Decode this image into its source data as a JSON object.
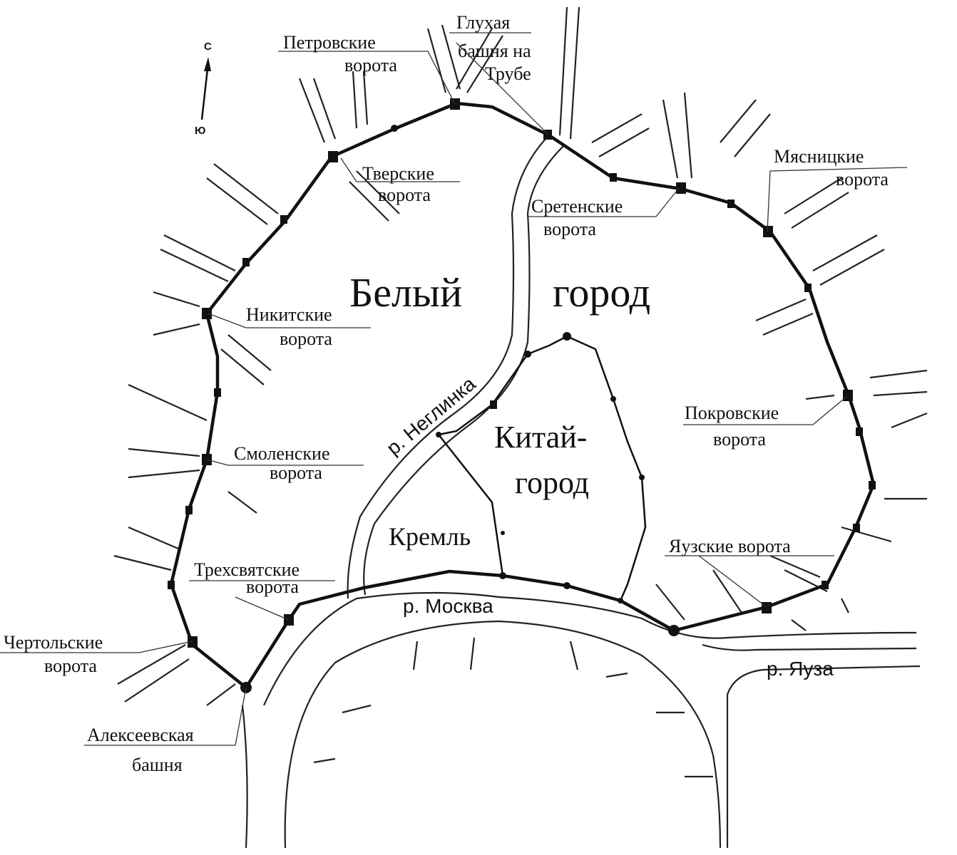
{
  "compass": {
    "north": "С",
    "south": "Ю"
  },
  "districts": {
    "belyi_gorod_1": "Белый",
    "belyi_gorod_2": "город",
    "kitai_gorod_1": "Китай-",
    "kitai_gorod_2": "город",
    "kremlin": "Кремль"
  },
  "rivers": {
    "neglinka": "р. Неглинка",
    "moskva": "р. Москва",
    "yauza": "р. Яуза"
  },
  "labels": {
    "petrovskie_1": "Петровские",
    "petrovskie_2": "ворота",
    "glukhaya_1": "Глухая",
    "glukhaya_2": "башня на",
    "glukhaya_3": "Трубе",
    "tverskie_1": "Тверские",
    "tverskie_2": "ворота",
    "sretenskie_1": "Сретенские",
    "sretenskie_2": "ворота",
    "myasnitskie_1": "Мясницкие",
    "myasnitskie_2": "ворота",
    "nikitskie_1": "Никитские",
    "nikitskie_2": "ворота",
    "pokrovskie_1": "Покровские",
    "pokrovskie_2": "ворота",
    "smolenskie_1": "Смоленские",
    "smolenskie_2": "ворота",
    "yauzskie": "Яузские ворота",
    "trekhsvyatskie_1": "Трехсвятские",
    "trekhsvyatskie_2": "ворота",
    "chertolskie_1": "Чертольские",
    "chertolskie_2": "ворота",
    "alekseevskaya_1": "Алексеевская",
    "alekseevskaya_2": "башня"
  }
}
